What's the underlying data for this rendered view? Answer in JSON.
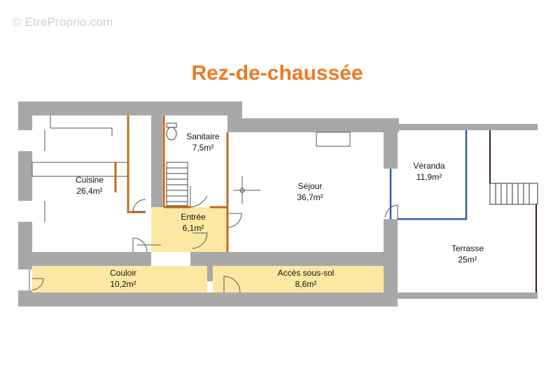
{
  "watermark": "© EtreProprio.com",
  "title": "Rez-de-chaussée",
  "colors": {
    "title": "#ee7a22",
    "wall": "#a8a8a8",
    "highlight": "#fde8a3",
    "door_frame": "#c06a18",
    "window": "#2b5fb0",
    "railing": "#3a1f10"
  },
  "rooms": {
    "cuisine": {
      "name": "Cuisine",
      "area": "26,4m²"
    },
    "sanitaire": {
      "name": "Sanitaire",
      "area": "7,5m²"
    },
    "sejour": {
      "name": "Séjour",
      "area": "36,7m²"
    },
    "veranda": {
      "name": "Véranda",
      "area": "11,9m²"
    },
    "entree": {
      "name": "Entrée",
      "area": "6,1m²"
    },
    "terrasse": {
      "name": "Terrasse",
      "area": "25m²"
    },
    "couloir": {
      "name": "Couloir",
      "area": "10,2m²"
    },
    "acces": {
      "name": "Accès sous-sol",
      "area": "8,6m²"
    }
  }
}
